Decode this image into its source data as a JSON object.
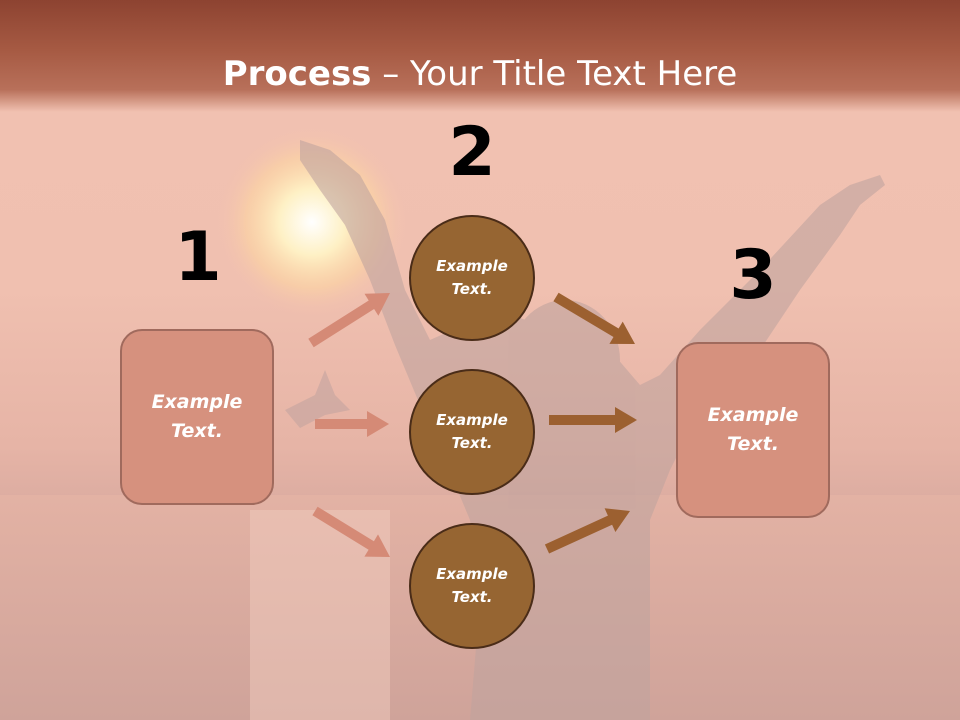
{
  "title": {
    "bold": "Process",
    "rest": " – Your Title Text Here"
  },
  "steps": [
    {
      "number": "1",
      "box_text": [
        "Example",
        "Text."
      ]
    },
    {
      "number": "2",
      "circles": [
        [
          "Example",
          "Text."
        ],
        [
          "Example",
          "Text."
        ],
        [
          "Example",
          "Text."
        ]
      ]
    },
    {
      "number": "3",
      "box_text": [
        "Example",
        "Text."
      ]
    }
  ],
  "colors": {
    "header": "#a65a43",
    "box_fill": "#d6917e",
    "circle_fill": "#966532",
    "arrow_left": "#d58a76",
    "arrow_right": "#9c6030"
  }
}
